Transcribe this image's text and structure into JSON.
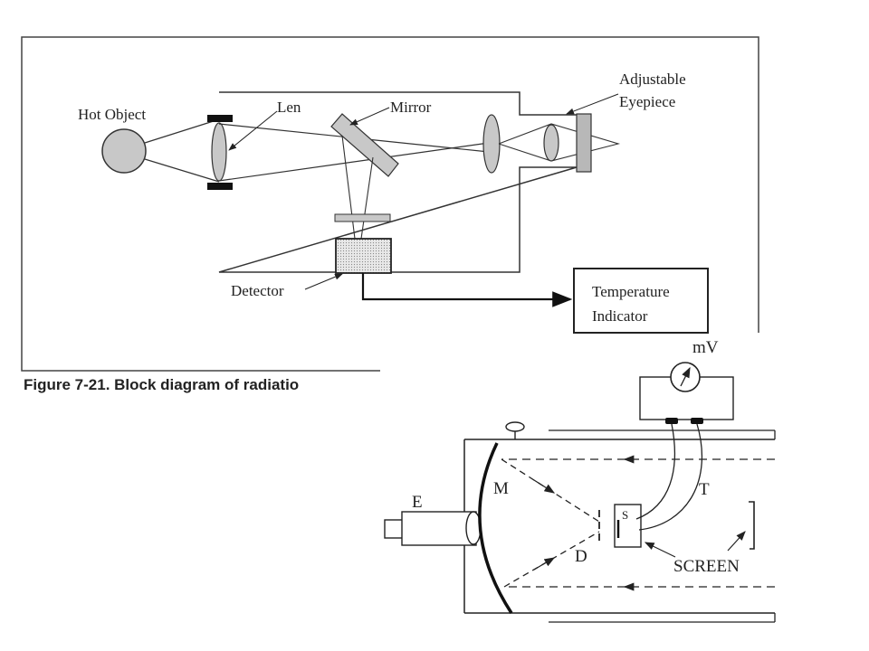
{
  "top_diagram": {
    "labels": {
      "hot_object": "Hot Object",
      "len": "Len",
      "mirror": "Mirror",
      "adjustable": "Adjustable",
      "eyepiece": "Eyepiece",
      "detector": "Detector",
      "temperature": "Temperature",
      "indicator": "Indicator"
    },
    "caption": "Figure 7-21. Block diagram of radiatio"
  },
  "bottom_diagram": {
    "labels": {
      "mv": "mV",
      "e": "E",
      "m": "M",
      "t": "T",
      "s": "S",
      "d": "D",
      "screen": "SCREEN"
    }
  }
}
